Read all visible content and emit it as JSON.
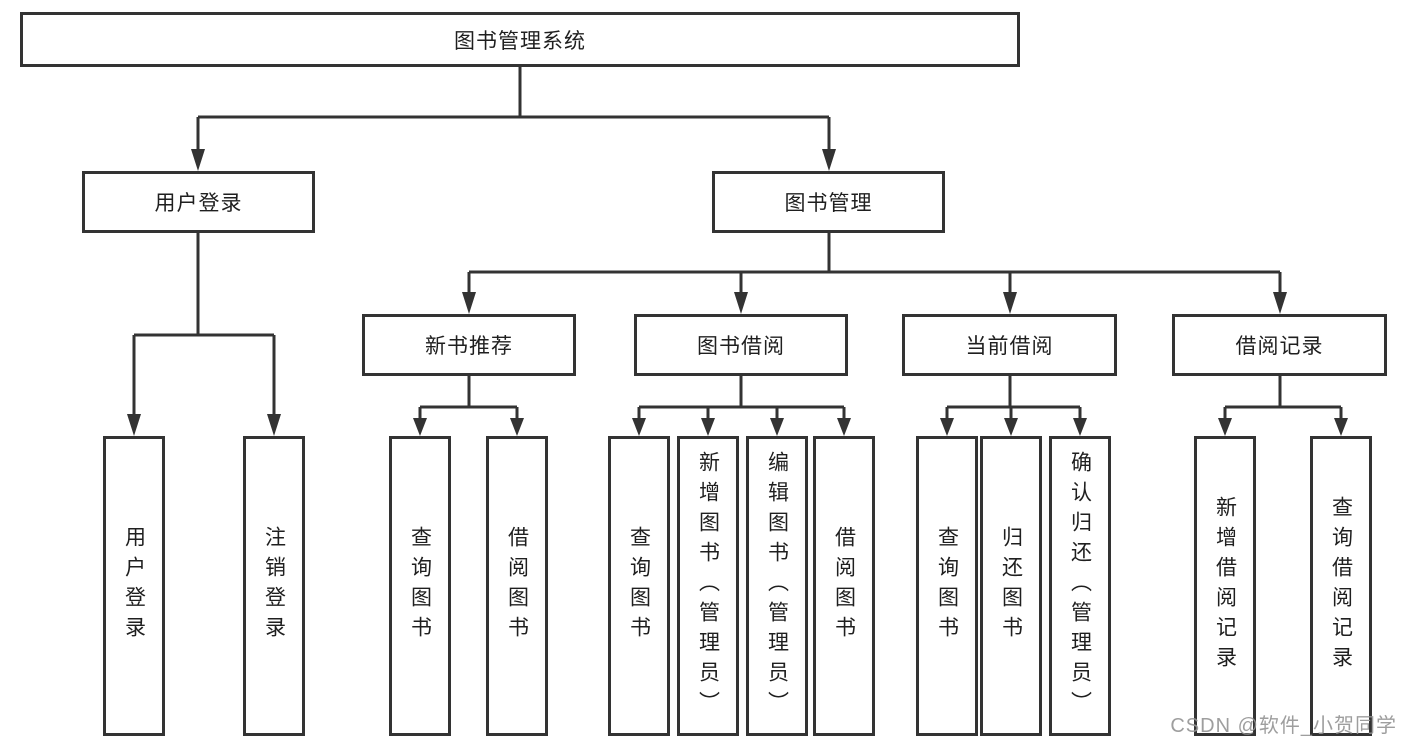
{
  "diagram": {
    "root": "图书管理系统",
    "level2": {
      "user_login": "用户登录",
      "book_mgmt": "图书管理"
    },
    "level3": {
      "new_book_rec": "新书推荐",
      "book_borrow": "图书借阅",
      "current_borrow": "当前借阅",
      "borrow_records": "借阅记录"
    },
    "leaves": {
      "user_login": {
        "login": "用户登录",
        "logout": "注销登录"
      },
      "new_book_rec": {
        "query": "查询图书",
        "borrow": "借阅图书"
      },
      "book_borrow": {
        "query": "查询图书",
        "add": "新增图书（管理员）",
        "edit": "编辑图书（管理员）",
        "borrow": "借阅图书"
      },
      "current_borrow": {
        "query": "查询图书",
        "return": "归还图书",
        "confirm": "确认归还（管理员）"
      },
      "borrow_records": {
        "add": "新增借阅记录",
        "query": "查询借阅记录"
      }
    }
  },
  "colors": {
    "line": "#333333",
    "text": "#1f1f1f",
    "background": "#ffffff",
    "watermark": "#949494"
  },
  "watermark": "CSDN @软件_小贺同学"
}
